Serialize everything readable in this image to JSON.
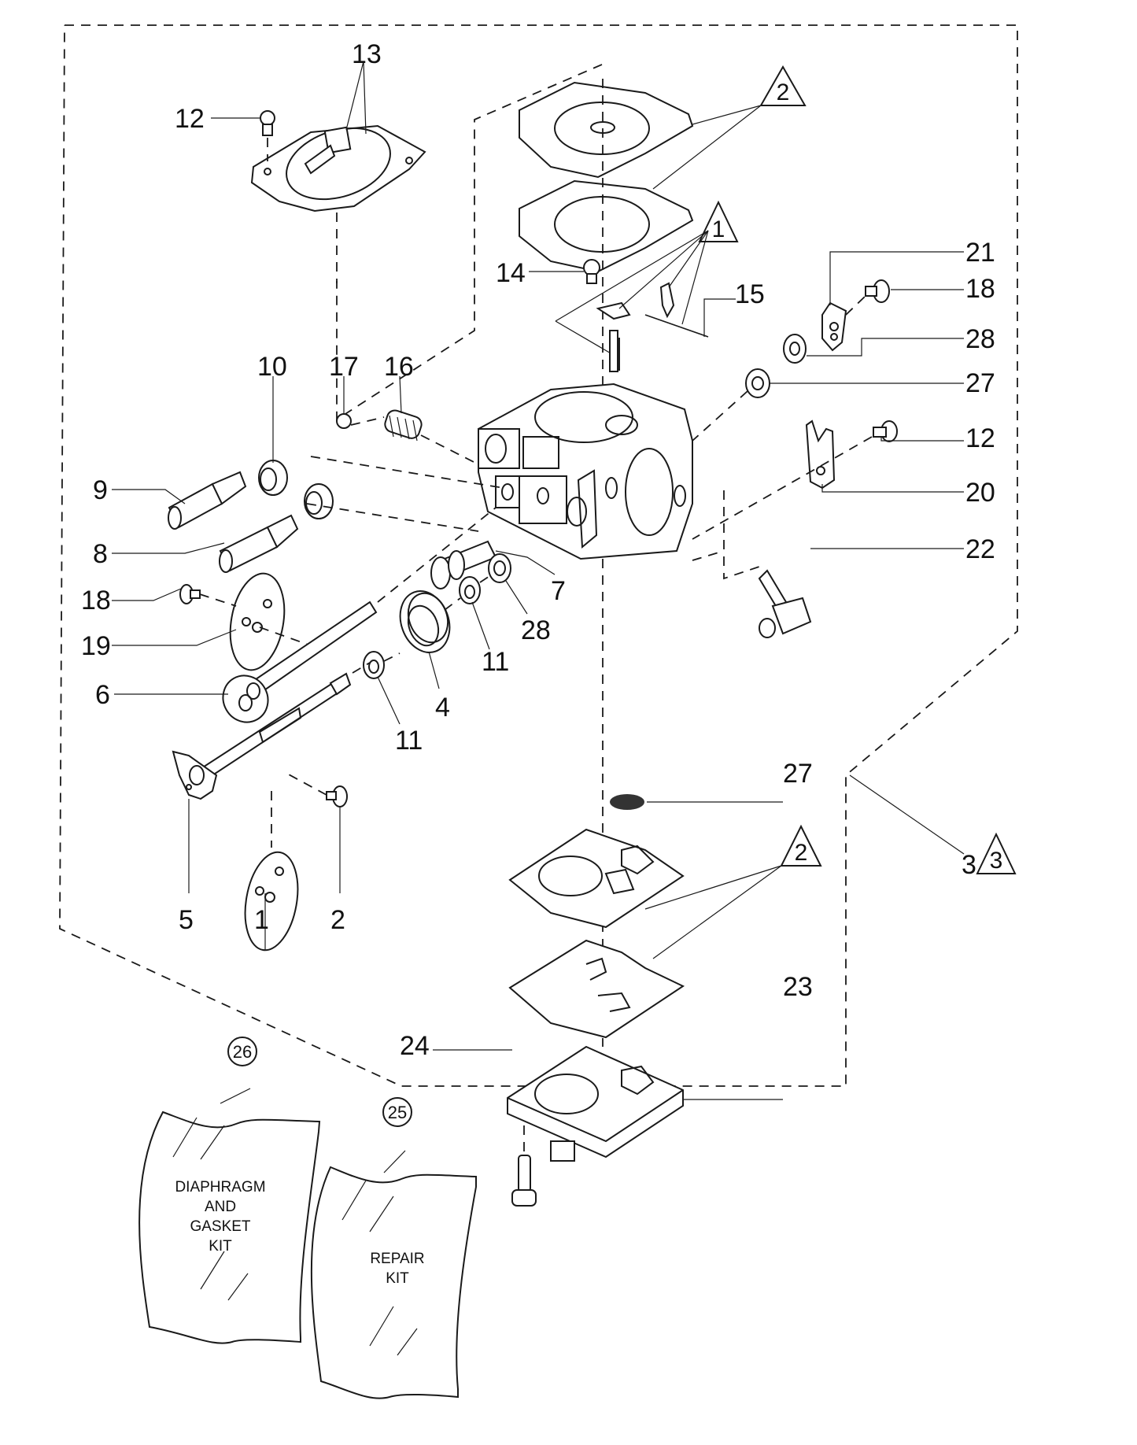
{
  "diagram": {
    "title": "Carburetor exploded parts diagram",
    "callouts": [
      {
        "id": "c13",
        "text": "13"
      },
      {
        "id": "c12a",
        "text": "12"
      },
      {
        "id": "c14",
        "text": "14"
      },
      {
        "id": "c15",
        "text": "15"
      },
      {
        "id": "c21",
        "text": "21"
      },
      {
        "id": "c18a",
        "text": "18"
      },
      {
        "id": "c28a",
        "text": "28"
      },
      {
        "id": "c27a",
        "text": "27"
      },
      {
        "id": "c12b",
        "text": "12"
      },
      {
        "id": "c20",
        "text": "20"
      },
      {
        "id": "c22",
        "text": "22"
      },
      {
        "id": "c10",
        "text": "10"
      },
      {
        "id": "c17",
        "text": "17"
      },
      {
        "id": "c16",
        "text": "16"
      },
      {
        "id": "c9",
        "text": "9"
      },
      {
        "id": "c8",
        "text": "8"
      },
      {
        "id": "c18b",
        "text": "18"
      },
      {
        "id": "c19",
        "text": "19"
      },
      {
        "id": "c6",
        "text": "6"
      },
      {
        "id": "c7",
        "text": "7"
      },
      {
        "id": "c28b",
        "text": "28"
      },
      {
        "id": "c11a",
        "text": "11"
      },
      {
        "id": "c4",
        "text": "4"
      },
      {
        "id": "c11b",
        "text": "11"
      },
      {
        "id": "c5",
        "text": "5"
      },
      {
        "id": "c1",
        "text": "1"
      },
      {
        "id": "c2",
        "text": "2"
      },
      {
        "id": "c27b",
        "text": "27"
      },
      {
        "id": "c23",
        "text": "23"
      },
      {
        "id": "c24",
        "text": "24"
      },
      {
        "id": "c3",
        "text": "3"
      }
    ],
    "kit_triangles": [
      {
        "id": "t2a",
        "text": "2"
      },
      {
        "id": "t1",
        "text": "1"
      },
      {
        "id": "t2b",
        "text": "2"
      },
      {
        "id": "t3",
        "text": "3"
      }
    ],
    "circled_callouts": [
      {
        "id": "k26",
        "text": "26"
      },
      {
        "id": "k25",
        "text": "25"
      }
    ],
    "kits": [
      {
        "id": "k26",
        "lines": [
          "DIAPHRAGM",
          "AND",
          "GASKET",
          "KIT"
        ]
      },
      {
        "id": "k25",
        "lines": [
          "REPAIR",
          "KIT"
        ]
      }
    ]
  }
}
